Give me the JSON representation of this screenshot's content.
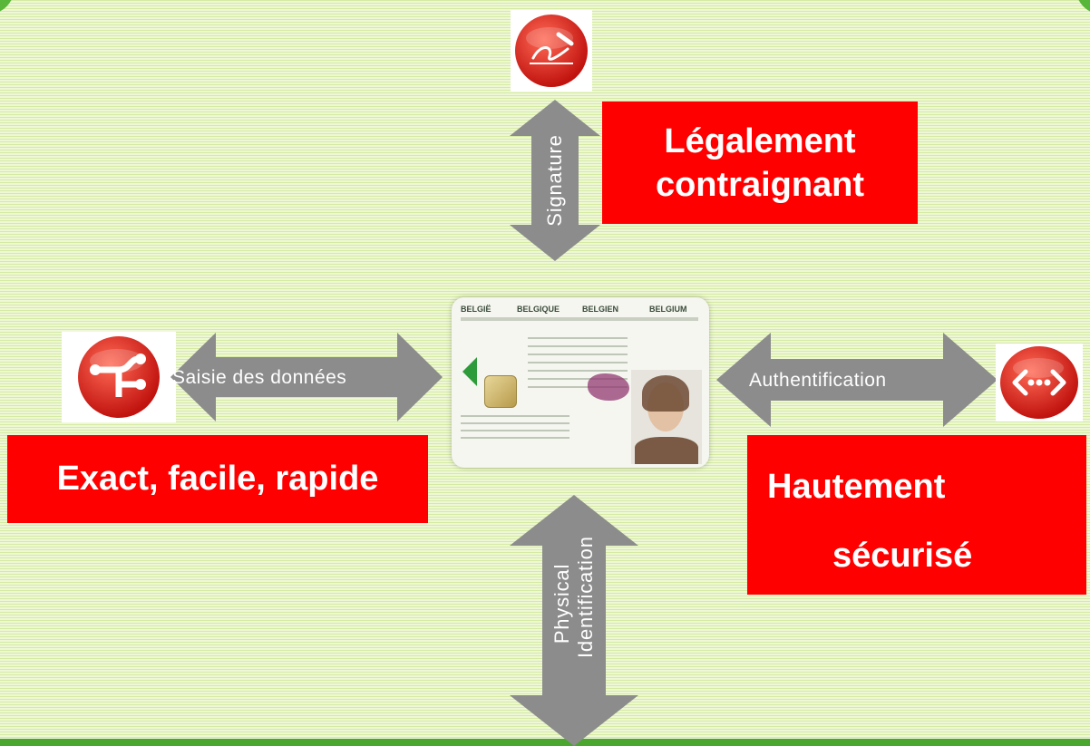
{
  "labels": {
    "signature": "Signature",
    "data_entry": "Saisie des données",
    "authentication": "Authentification",
    "physical_line1": "Physical",
    "physical_line2": "Identification"
  },
  "boxes": {
    "legal_line1": "Légalement",
    "legal_line2": "contraignant",
    "exact": "Exact, facile, rapide",
    "secure_line1": "Hautement",
    "secure_line2": "sécurisé"
  },
  "card": {
    "header": [
      "BELGIË",
      "BELGIQUE",
      "BELGIEN",
      "BELGIUM"
    ]
  },
  "colors": {
    "box_red": "#ff0000",
    "arrow_gray": "#8c8c8c",
    "icon_red": "#e8201c",
    "background_green": "#e4f2bf"
  },
  "icons": [
    "signature-icon",
    "data-entry-icon",
    "authentication-icon"
  ]
}
